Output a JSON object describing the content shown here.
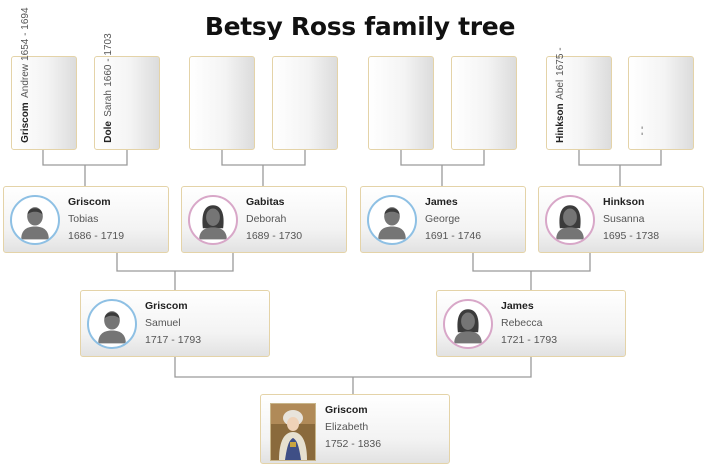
{
  "title": "Betsy Ross family tree",
  "generation3": [
    {
      "surname": "Griscom",
      "given": "Andrew",
      "years": "1654 - 1694"
    },
    {
      "surname": "Dole",
      "given": "Sarah",
      "years": "1660 - 1703"
    },
    {
      "surname": "",
      "given": "",
      "years": ""
    },
    {
      "surname": "",
      "given": "",
      "years": ""
    },
    {
      "surname": "",
      "given": "",
      "years": ""
    },
    {
      "surname": "",
      "given": "",
      "years": ""
    },
    {
      "surname": "Hinkson",
      "given": "Abel",
      "years": "1675 -"
    },
    {
      "surname": "",
      "given": "",
      "years": "- -"
    }
  ],
  "generation2": [
    {
      "surname": "Griscom",
      "given": "Tobias",
      "years": "1686 - 1719",
      "gender": "male"
    },
    {
      "surname": "Gabitas",
      "given": "Deborah",
      "years": "1689 - 1730",
      "gender": "female"
    },
    {
      "surname": "James",
      "given": "George",
      "years": "1691 - 1746",
      "gender": "male"
    },
    {
      "surname": "Hinkson",
      "given": "Susanna",
      "years": "1695 - 1738",
      "gender": "female"
    }
  ],
  "generation1": [
    {
      "surname": "Griscom",
      "given": "Samuel",
      "years": "1717 - 1793",
      "gender": "male"
    },
    {
      "surname": "James",
      "given": "Rebecca",
      "years": "1721 - 1793",
      "gender": "female"
    }
  ],
  "root": {
    "surname": "Griscom",
    "given": "Elizabeth",
    "years": "1752 - 1836"
  },
  "colors": {
    "male_ring": "#8ec0e4",
    "female_ring": "#d8a7c8",
    "card_border": "#e4d3a8",
    "connector": "#9a9a9a"
  },
  "icons": {
    "male": "male-silhouette-icon",
    "female": "female-silhouette-icon",
    "root": "portrait-photo"
  }
}
